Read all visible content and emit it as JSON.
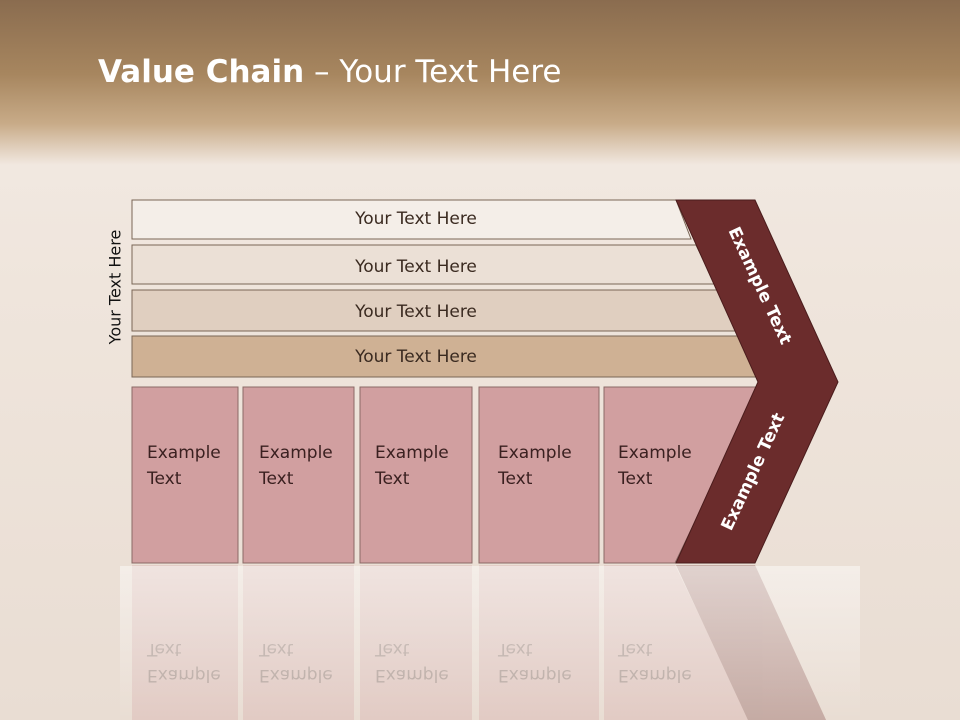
{
  "title": {
    "bold": "Value Chain",
    "rest": " – Your Text Here"
  },
  "side_label": "Your Text Here",
  "bars": [
    "Your Text Here",
    "Your Text Here",
    "Your Text Here",
    "Your Text Here"
  ],
  "boxes": [
    [
      "Example",
      "Text"
    ],
    [
      "Example",
      "Text"
    ],
    [
      "Example",
      "Text"
    ],
    [
      "Example",
      "Text"
    ],
    [
      "Example",
      "Text"
    ]
  ],
  "chevron_top": "Example Text",
  "chevron_bottom": "Example Text",
  "colors": {
    "bar1": "#f4eee8",
    "bar2": "#ebe0d6",
    "bar3": "#e0cfc0",
    "bar4": "#cfb194",
    "box": "#d19fa0",
    "chevron": "#6b2c2c"
  }
}
